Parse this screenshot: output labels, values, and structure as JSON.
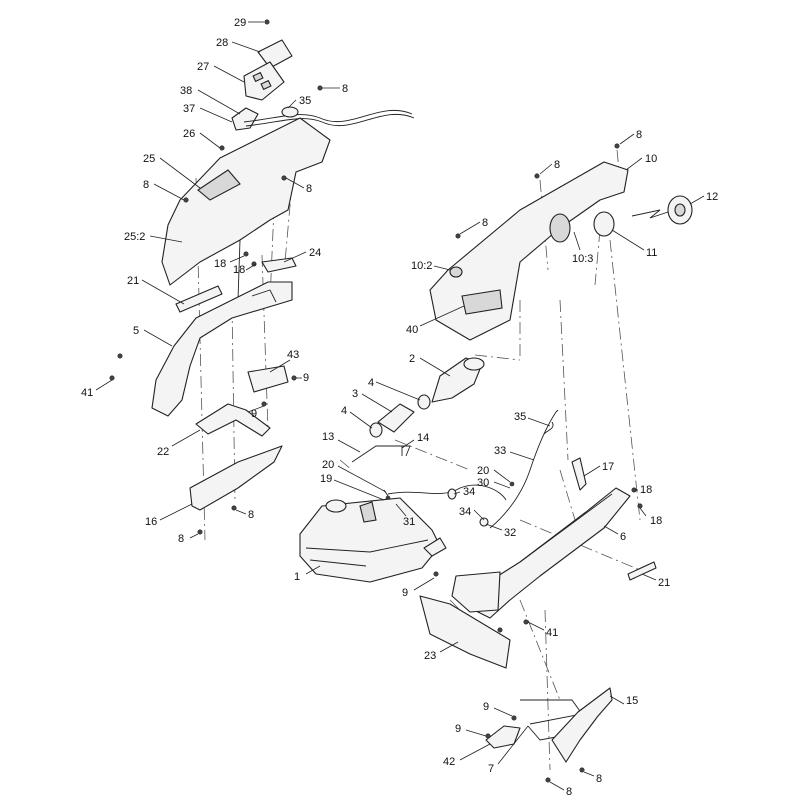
{
  "callouts": [
    {
      "label": "29"
    },
    {
      "label": "28"
    },
    {
      "label": "27"
    },
    {
      "label": "38"
    },
    {
      "label": "35"
    },
    {
      "label": "8"
    },
    {
      "label": "37"
    },
    {
      "label": "26"
    },
    {
      "label": "25"
    },
    {
      "label": "8"
    },
    {
      "label": "8"
    },
    {
      "label": "25:2"
    },
    {
      "label": "18"
    },
    {
      "label": "18"
    },
    {
      "label": "24"
    },
    {
      "label": "21"
    },
    {
      "label": "5"
    },
    {
      "label": "43"
    },
    {
      "label": "41"
    },
    {
      "label": "9"
    },
    {
      "label": "9"
    },
    {
      "label": "22"
    },
    {
      "label": "16"
    },
    {
      "label": "8"
    },
    {
      "label": "8"
    },
    {
      "label": "8"
    },
    {
      "label": "10"
    },
    {
      "label": "8"
    },
    {
      "label": "12"
    },
    {
      "label": "8"
    },
    {
      "label": "10:2"
    },
    {
      "label": "10:3"
    },
    {
      "label": "11"
    },
    {
      "label": "40"
    },
    {
      "label": "2"
    },
    {
      "label": "4"
    },
    {
      "label": "3"
    },
    {
      "label": "4"
    },
    {
      "label": "35"
    },
    {
      "label": "13"
    },
    {
      "label": "14"
    },
    {
      "label": "33"
    },
    {
      "label": "17"
    },
    {
      "label": "20"
    },
    {
      "label": "19"
    },
    {
      "label": "20"
    },
    {
      "label": "30"
    },
    {
      "label": "34"
    },
    {
      "label": "31"
    },
    {
      "label": "34"
    },
    {
      "label": "32"
    },
    {
      "label": "18"
    },
    {
      "label": "18"
    },
    {
      "label": "6"
    },
    {
      "label": "1"
    },
    {
      "label": "9"
    },
    {
      "label": "21"
    },
    {
      "label": "41"
    },
    {
      "label": "23"
    },
    {
      "label": "15"
    },
    {
      "label": "9"
    },
    {
      "label": "9"
    },
    {
      "label": "42"
    },
    {
      "label": "7"
    },
    {
      "label": "8"
    },
    {
      "label": "8"
    }
  ]
}
